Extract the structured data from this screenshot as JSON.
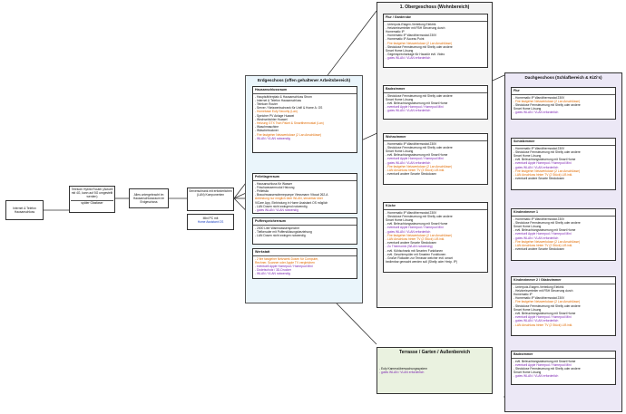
{
  "internet": {
    "label": "Internet & Telefon Hausanschluss"
  },
  "router": {
    "label": "Telekom Hybrid Router (Aktuell mit 4G, kann auf 5G umgestellt werden)",
    "note": "später Glasfaser"
  },
  "switch": {
    "label": "Alles untergebracht im Hausanschlussraum im Erdgeschoss"
  },
  "server": {
    "label": "Serverschrank mit erforderlichen (LAN) Komponenten",
    "mini_pc": "Mini PC mit",
    "mini_pc2": "Home Assistant OS"
  },
  "eg": {
    "title": "Erdgeschoss (offen gehaltener Arbeitsbereich)",
    "hausanschluss": {
      "title": "Hausanschlussraum",
      "items": [
        {
          "t": "- Hauptzählerplatz & Hausanschluss Strom",
          "c": ""
        },
        {
          "t": "- Internet & Telefon Hausanschluss",
          "c": ""
        },
        {
          "t": "- Telekom Router",
          "c": ""
        },
        {
          "t": "- Server / Netzwerkschrank für Unifi & Home A. OS",
          "c": ""
        },
        {
          "t": "- Homebase Eufy Security (Lan)",
          "c": "o"
        },
        {
          "t": "- Speicher PV Anlage Huawei",
          "c": ""
        },
        {
          "t": "- Wechselrichter Huawei",
          "c": ""
        },
        {
          "t": "- Heizung GTX Twin Paket & Smartthermostat (Lan)",
          "c": "o"
        },
        {
          "t": "- Waschmaschine",
          "c": ""
        },
        {
          "t": "- Wäschetrockner",
          "c": ""
        },
        {
          "t": "- Fire fastgeher Netzwerkdose (2 Lan Anschlüsse)",
          "c": "o"
        },
        {
          "t": "- WLAN / VLAN notwendig",
          "c": "p"
        }
      ]
    },
    "heizung": {
      "title": "Pelletlagerraum",
      "items": [
        {
          "t": "- Hausanschluss für Wasser",
          "c": ""
        },
        {
          "t": "- Frischwassermodul Heizung",
          "c": ""
        },
        {
          "t": "- Pelletsilo",
          "c": ""
        },
        {
          "t": "- Brauchwasserwärmepumpe Viessmann Vitocal 262-A",
          "c": ""
        },
        {
          "t": "  Anbindung nur möglich über WLAN, steuerbar über",
          "c": "o"
        },
        {
          "t": "  ViCare App, Einbindung in Home Assistant OS möglich",
          "c": ""
        },
        {
          "t": "- LAN Dosen nicht zwingend notwendig",
          "c": ""
        },
        {
          "t": "- gutes WLAN / VLAN notwendig",
          "c": "p"
        }
      ]
    },
    "puffer": {
      "title": "Pufferspeicherraum",
      "items": [
        {
          "t": "- 2000 Liter Warmwasserspeicher",
          "c": ""
        },
        {
          "t": "- Tiefkeruder mit Pufferstützungsbeziehung",
          "c": ""
        },
        {
          "t": "- LAN Dosen nicht zwingen notwendig",
          "c": ""
        }
      ]
    },
    "werkstatt": {
      "title": "Werkstatt",
      "items": [
        {
          "t": "- 2 fire fastgeher Netzwerk Dosen für Computer,",
          "c": "o"
        },
        {
          "t": "  Rechner, Scanner oder Apple TV vergleichen",
          "c": "o"
        },
        {
          "t": "- eventuell Apple Homepod / Homepod Mini",
          "c": "p"
        },
        {
          "t": "- Dodetschutz / 3D-Drucker",
          "c": "p"
        },
        {
          "t": "- WLAN / VLAN notwendig",
          "c": "p"
        }
      ]
    }
  },
  "og": {
    "title": "1. Obergeschoss (Wohnbereich)",
    "flur": {
      "title": "Flur / Garderobe",
      "items": [
        {
          "t": "- Unterputz-Etagen-Verteilung Elektrik",
          "c": ""
        },
        {
          "t": "- Heizkreisverteiler mit FBH Steuerung durch",
          "c": ""
        },
        {
          "t": "  Homematic IP",
          "c": ""
        },
        {
          "t": "- Homematic IP Wandthermostat 230V",
          "c": ""
        },
        {
          "t": "- Homematic IP Access Point",
          "c": ""
        },
        {
          "t": "- Fire fastgeher Netzwerkdose (2 Lan Anschlüsse)",
          "c": "o"
        },
        {
          "t": "- Steckdose Fernsteuerung mit Shelly oder andere",
          "c": ""
        },
        {
          "t": "  Smart Home Lösung",
          "c": ""
        },
        {
          "t": "- Gegensprechanlage für Haustür evtl. Video",
          "c": ""
        },
        {
          "t": "- gutes WLAN / VLAN erforderlich",
          "c": "p"
        }
      ]
    },
    "bad": {
      "title": "Badezimmer",
      "items": [
        {
          "t": "- Steckdose Fernsteuerung mit Shelly oder andere",
          "c": ""
        },
        {
          "t": "  Smart Home Lösung",
          "c": ""
        },
        {
          "t": "- evtl. Beleuchtungssteuerung mit Smart Home",
          "c": ""
        },
        {
          "t": "- eventuell Apple Homepod / Homepod Mini",
          "c": "p"
        },
        {
          "t": "- gutes WLAN / VLAN erforderlich",
          "c": "p"
        }
      ]
    },
    "wohn": {
      "title": "Wohnzimmer",
      "items": [
        {
          "t": "- Homematic IP Wandthermostat 230V",
          "c": ""
        },
        {
          "t": "- Steckdose Fernsteuerung mit Shelly oder andere",
          "c": ""
        },
        {
          "t": "  Smart Home Lösung",
          "c": ""
        },
        {
          "t": "- evtl. Beleuchtungssteuerung mit Smart Home",
          "c": ""
        },
        {
          "t": "- eventuell Apple Homepod / Homepod Mini",
          "c": "p"
        },
        {
          "t": "- gutes WLAN / VLAN erforderlich",
          "c": "p"
        },
        {
          "t": "- Fire fastgeher Netzwerkdose (2 Lan Anschlüsse)",
          "c": "o"
        },
        {
          "t": "- LAN Anschluss hinter TV (3 Stück) LIB inkl.",
          "c": "o"
        },
        {
          "t": "- eventuell andere Smarte Steckdosen",
          "c": ""
        }
      ]
    },
    "kueche": {
      "title": "Küche",
      "items": [
        {
          "t": "- Homematic IP Wandthermostat 230V",
          "c": ""
        },
        {
          "t": "- Steckdose Fernsteuerung mit Shelly oder andere",
          "c": ""
        },
        {
          "t": "  Smart Home Lösung",
          "c": ""
        },
        {
          "t": "- evtl. Beleuchtungssteuerung mit Smart Home",
          "c": ""
        },
        {
          "t": "- eventuell Apple Homepod / Homepod Mini",
          "c": "p"
        },
        {
          "t": "- gutes WLAN / VLAN erforderlich",
          "c": "p"
        },
        {
          "t": "- Fire fastgeher Netzwerkdose (2 Lan Anschlüsse)",
          "c": "o"
        },
        {
          "t": "- LAN Anschluss hinter TV (2 Stück) LIB inkl.",
          "c": "o"
        },
        {
          "t": "- eventuell andere Smarte Steckdosen",
          "c": ""
        },
        {
          "t": "- Zu Thermomix (WLAN notwendig)",
          "c": "p"
        },
        {
          "t": "- evtl. Kühlschrank mit Smarten Funktionen",
          "c": ""
        },
        {
          "t": "- evtl. Geschirrspüler mit Smarten Funktionen",
          "c": ""
        },
        {
          "t": "- Großer Rolladen zur Terrasse welcher evtl. smart",
          "c": ""
        },
        {
          "t": "  bedienbar gemacht werden soll (Shelly oder Hmip. IP)",
          "c": ""
        }
      ]
    }
  },
  "dg": {
    "title": "Dachgeschoss (Schlafbereich & KiZi's)",
    "flur": {
      "title": "Flur",
      "items": [
        {
          "t": "- Homematic IP Wandthermostat 230V",
          "c": ""
        },
        {
          "t": "- Fire fastgeher Netzwerkdose (2 Lan Anschlüsse)",
          "c": "o"
        },
        {
          "t": "- Steckdose Fernsteuerung mit Shelly oder andere",
          "c": ""
        },
        {
          "t": "  Smart Home Lösung",
          "c": ""
        },
        {
          "t": "- gutes WLAN / VLAN erforderlich",
          "c": "p"
        }
      ]
    },
    "schlaf": {
      "title": "Schlafzimmer",
      "items": [
        {
          "t": "- Homematic IP Wandthermostat 230V",
          "c": ""
        },
        {
          "t": "- Steckdose Fernsteuerung mit Shelly oder andere",
          "c": ""
        },
        {
          "t": "  Smart Home Lösung",
          "c": ""
        },
        {
          "t": "- evtl. Beleuchtungssteuerung mit Smart Home",
          "c": ""
        },
        {
          "t": "- eventuell Apple Homepod / Homepod Mini",
          "c": "p"
        },
        {
          "t": "- gutes WLAN / VLAN erforderlich",
          "c": "p"
        },
        {
          "t": "- Fire fastgeher Netzwerkdose (2 Lan Anschlüsse)",
          "c": "o"
        },
        {
          "t": "- LAN Anschluss hinter TV (2 Stück) LIB inkl.",
          "c": "o"
        },
        {
          "t": "- eventuell andere Smarte Steckdosen",
          "c": ""
        }
      ]
    },
    "kind1": {
      "title": "Kinderzimmer 1",
      "items": [
        {
          "t": "- Homematic IP Wandthermostat 230V",
          "c": ""
        },
        {
          "t": "- Steckdose Fernsteuerung mit Shelly oder andere",
          "c": ""
        },
        {
          "t": "  Smart Home Lösung",
          "c": ""
        },
        {
          "t": "- evtl. Beleuchtungssteuerung mit Smart Home",
          "c": ""
        },
        {
          "t": "- eventuell Apple Homepod / Homepod Mini",
          "c": "p"
        },
        {
          "t": "- gutes WLAN / VLAN erforderlich",
          "c": "p"
        },
        {
          "t": "- Fire fastgeher Netzwerkdose (2 Lan Anschlüsse)",
          "c": "o"
        },
        {
          "t": "- LAN Anschluss hinter TV (2 Stück) LIB inkl.",
          "c": "o"
        },
        {
          "t": "- eventuell andere Smarte Steckdosen",
          "c": ""
        }
      ]
    },
    "kind2": {
      "title": "Kinderzimmer 2 / Gästezimmer",
      "items": [
        {
          "t": "- Unterputz-Etagen-Verteilung Elektrik",
          "c": ""
        },
        {
          "t": "- Heizkreisverteiler mit FBH Steuerung durch",
          "c": ""
        },
        {
          "t": "  Homematic IP",
          "c": ""
        },
        {
          "t": "- Homematic IP Wandthermostat 230V",
          "c": ""
        },
        {
          "t": "- Fire fastgeher Netzwerkdose (2 Lan Anschlüsse)",
          "c": "o"
        },
        {
          "t": "- Steckdose Fernsteuerung mit Shelly oder andere",
          "c": ""
        },
        {
          "t": "  Smart Home Lösung",
          "c": ""
        },
        {
          "t": "- evtl. Beleuchtungssteuerung mit Smart Home",
          "c": ""
        },
        {
          "t": "- eventuell Apple Homepod / Homepod Mini",
          "c": "p"
        },
        {
          "t": "- gutes WLAN / VLAN erforderlich",
          "c": "p"
        },
        {
          "t": "- LAN Anschluss hinter TV (2 Stück) LIB inkl.",
          "c": "o"
        }
      ]
    },
    "bad": {
      "title": "Badezimmer",
      "items": [
        {
          "t": "- evtl. Beleuchtungssteuerung mit Smart Home",
          "c": ""
        },
        {
          "t": "- eventuell Apple Homepod / Homepod Mini",
          "c": "p"
        },
        {
          "t": "- Steckdose Fernsteuerung mit Shelly oder andere",
          "c": ""
        },
        {
          "t": "  Smart Home Lösung",
          "c": ""
        },
        {
          "t": "- gutes WLAN / VLAN erforderlich",
          "c": "p"
        }
      ]
    }
  },
  "terrasse": {
    "title": "Terrasse / Garten / Außenbereich",
    "items": [
      {
        "t": "- Eufy Kameraüberwachungssystem",
        "c": ""
      },
      {
        "t": "- gutes WLAN / VLAN erforderlich",
        "c": "p"
      }
    ]
  }
}
